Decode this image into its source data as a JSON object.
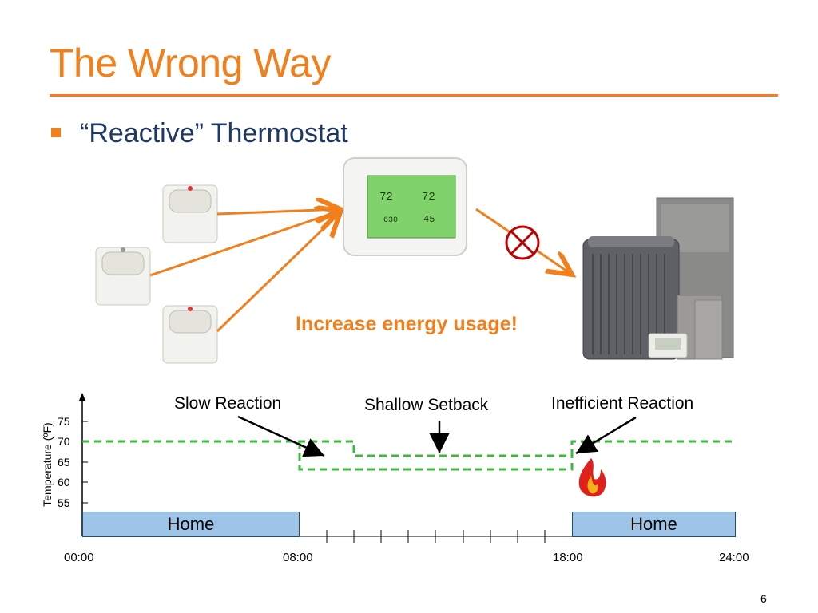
{
  "slide": {
    "title": "The Wrong Way",
    "bullet": "“Reactive” Thermostat",
    "warning": "Increase energy usage!",
    "page_number": "6"
  },
  "chart": {
    "ylabel": "Temperature (ºF)",
    "yticks": [
      "75",
      "70",
      "65",
      "60",
      "55"
    ],
    "xlabels": [
      "00:00",
      "08:00",
      "18:00",
      "24:00"
    ],
    "blocks": [
      "Home",
      "Home"
    ],
    "annotations": {
      "slow": "Slow Reaction",
      "shallow": "Shallow Setback",
      "inefficient": "Inefficient Reaction"
    }
  },
  "colors": {
    "accent": "#F07F1C",
    "bullet_text": "#1F3864",
    "dashed_line": "#3CB83C",
    "home_block": "#9DC3E6",
    "no_signal": "#C00000"
  },
  "icons": [
    "motion-sensor-icon",
    "thermostat-icon",
    "no-signal-icon",
    "hvac-unit-icon",
    "flame-icon"
  ]
}
